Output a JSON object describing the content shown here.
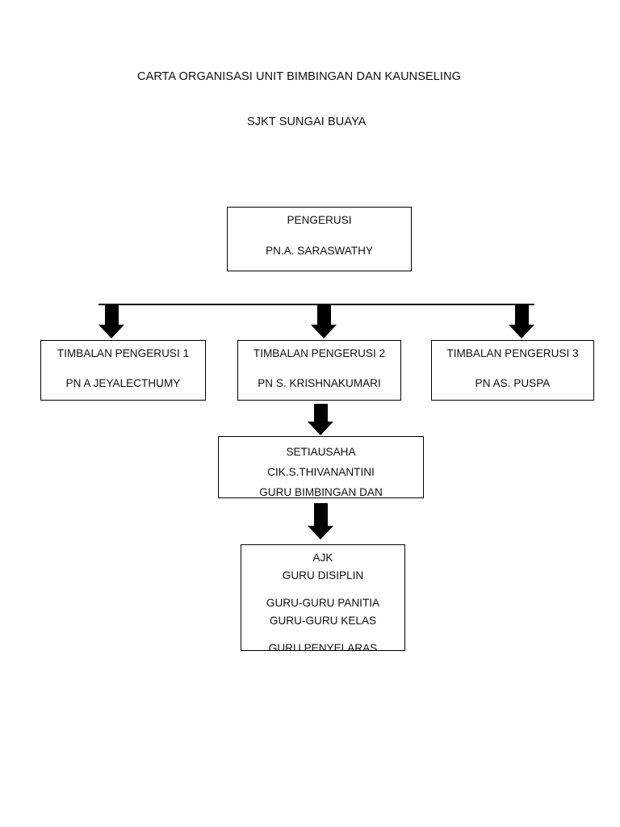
{
  "document": {
    "title_line_1": "CARTA ORGANISASI UNIT BIMBINGAN DAN KAUNSELING",
    "title_line_2": "SJKT SUNGAI BUAYA",
    "background_color": "#ffffff",
    "text_color": "#111111",
    "line_color": "#000000"
  },
  "chart": {
    "type": "org-chart",
    "orientation": "top-down",
    "nodes": {
      "pengerusi": {
        "role": "PENGERUSI",
        "name": "PN.A. SARASWATHY"
      },
      "timbalan_1": {
        "role": "TIMBALAN PENGERUSI 1",
        "name": "PN A JEYALECTHUMY"
      },
      "timbalan_2": {
        "role": "TIMBALAN PENGERUSI 2",
        "name": "PN S. KRISHNAKUMARI"
      },
      "timbalan_3": {
        "role": "TIMBALAN PENGERUSI 3",
        "name": "PN AS. PUSPA"
      },
      "setiausaha": {
        "role": "SETIAUSAHA",
        "name": "CIK.S.THIVANANTINI",
        "extra": "GURU BIMBINGAN DAN"
      },
      "ajk": {
        "role": "AJK",
        "member_1": "GURU DISIPLIN",
        "member_2": "GURU-GURU PANITIA",
        "member_3": "GURU-GURU KELAS",
        "member_4": "GURU PENYELARAS"
      }
    },
    "connectors": [
      {
        "name": "distribution-bar",
        "from": "pengerusi",
        "to": [
          "timbalan_1",
          "timbalan_2",
          "timbalan_3"
        ],
        "style": "horizontal-bar"
      },
      {
        "name": "arrow-to-timbalan-1",
        "from": "distribution-bar",
        "to": "timbalan_1",
        "style": "block-arrow-down"
      },
      {
        "name": "arrow-to-timbalan-2",
        "from": "distribution-bar",
        "to": "timbalan_2",
        "style": "block-arrow-down"
      },
      {
        "name": "arrow-to-timbalan-3",
        "from": "distribution-bar",
        "to": "timbalan_3",
        "style": "block-arrow-down"
      },
      {
        "name": "arrow-to-setiausaha",
        "from": "timbalan_2",
        "to": "setiausaha",
        "style": "block-arrow-down"
      },
      {
        "name": "arrow-to-ajk",
        "from": "setiausaha",
        "to": "ajk",
        "style": "block-arrow-down"
      }
    ]
  }
}
